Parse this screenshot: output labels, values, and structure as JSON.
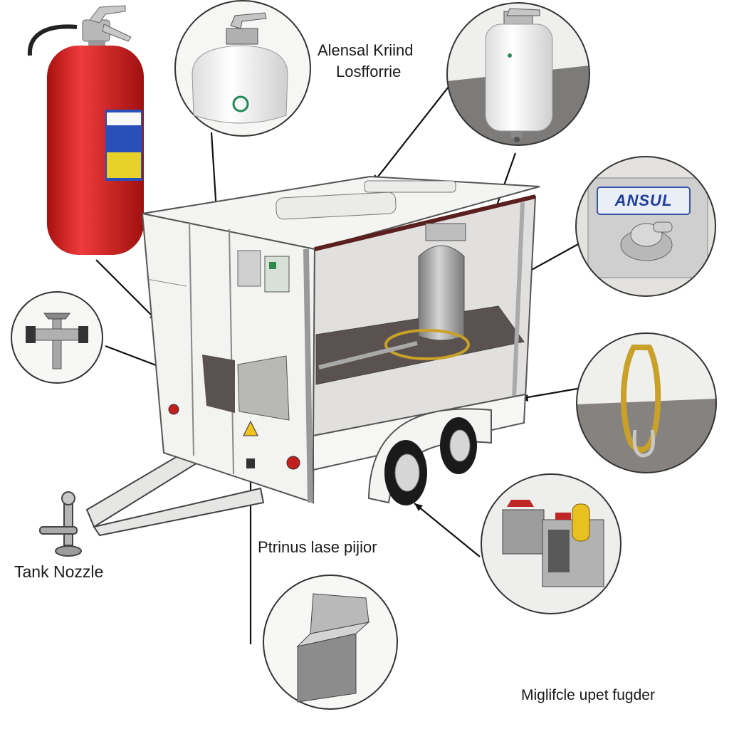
{
  "labels": {
    "title_line1": "Alensal Kriind",
    "title_line2": "Losfforrie",
    "tank_nozzle": "Tank Nozzle",
    "middle": "Ptrinus lase pijior",
    "bottom": "Miglifcle upet fugder",
    "ansul_brand": "ANSUL"
  },
  "colors": {
    "extinguisher_red": "#d81e1e",
    "trailer_body": "#f4f4f2",
    "floor": "#5a5250",
    "cylinder_gray": "#9a9a9a",
    "hose_gold": "#c9a028",
    "brand_blue": "#1f3d9a",
    "callout_line": "#111111"
  },
  "icons": [
    "fire-extinguisher-icon",
    "agent-tank-icon",
    "cylinder-icon",
    "ansul-valve-icon",
    "tank-nozzle-icon",
    "gas-line-hose-icon",
    "control-panel-icon",
    "storage-bin-icon",
    "trailer-icon"
  ]
}
